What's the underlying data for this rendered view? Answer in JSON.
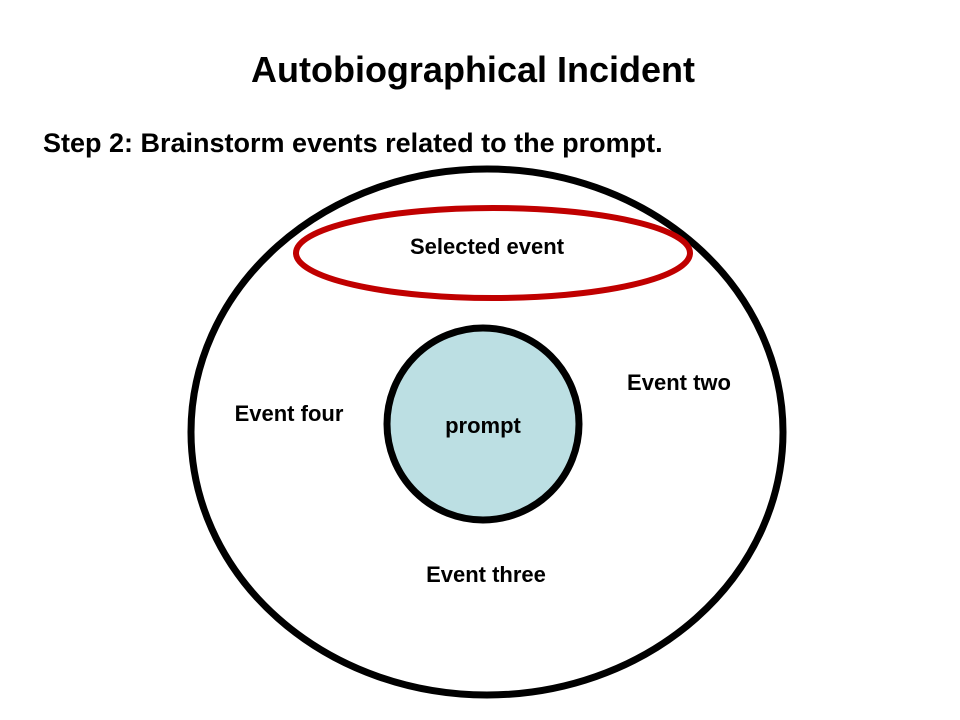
{
  "title": "Autobiographical Incident",
  "subtitle": "Step 2:  Brainstorm events related to the prompt.",
  "diagram": {
    "center_label": "prompt",
    "selected_event": "Selected event",
    "events": {
      "two": "Event two",
      "three": "Event three",
      "four": "Event four"
    }
  },
  "colors": {
    "outer_circle": "#000000",
    "selected_ring": "#c00000",
    "prompt_fill": "#bcdfe3"
  }
}
